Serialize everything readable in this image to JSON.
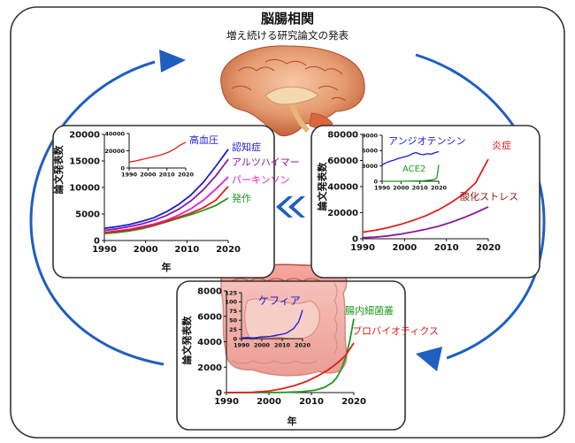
{
  "header": {
    "title": "脳腸相関",
    "subtitle": "増え続ける研究論文の発表"
  },
  "colors": {
    "cycle_arrow": "#1f5fbf",
    "panel_border": "#333333",
    "blue": "#1a1adb",
    "purple": "#8a1a9a",
    "magenta": "#e01fd0",
    "red": "#e0201a",
    "green": "#1f9a1f",
    "dark_red": "#8a1a1a",
    "mid_arrow": "#1f5fbf"
  },
  "chart_data": [
    {
      "id": "left",
      "type": "line",
      "ylabel": "論文発表数",
      "xlabel": "年",
      "x_ticks": [
        1990,
        2000,
        2010,
        2020
      ],
      "y_ticks": [
        0,
        5000,
        10000,
        15000,
        20000
      ],
      "y_tick_labels": [
        "0",
        "5000",
        "10000",
        "15000",
        "20000"
      ],
      "xlim": [
        1990,
        2020
      ],
      "ylim": [
        0,
        20000
      ],
      "series": [
        {
          "name": "認知症",
          "color": "#1a1adb",
          "x": [
            1990,
            1993,
            1996,
            1999,
            2002,
            2005,
            2008,
            2011,
            2014,
            2017,
            2020
          ],
          "y": [
            2300,
            2600,
            3000,
            3600,
            4300,
            5400,
            6800,
            8600,
            11000,
            14000,
            17200
          ]
        },
        {
          "name": "アルツハイマー",
          "color": "#8a1a9a",
          "x": [
            1990,
            1993,
            1996,
            1999,
            2002,
            2005,
            2008,
            2011,
            2014,
            2017,
            2020
          ],
          "y": [
            1900,
            2200,
            2600,
            3100,
            3800,
            4700,
            5900,
            7500,
            9600,
            12200,
            15300
          ]
        },
        {
          "name": "パーキンソン",
          "color": "#e01fd0",
          "x": [
            1990,
            1993,
            1996,
            1999,
            2002,
            2005,
            2008,
            2011,
            2014,
            2017,
            2020
          ],
          "y": [
            1500,
            1800,
            2100,
            2600,
            3100,
            3800,
            4800,
            6000,
            7600,
            9700,
            12000
          ]
        },
        {
          "name": "発作",
          "color": "#1f9a1f",
          "x": [
            1990,
            1993,
            1996,
            1999,
            2002,
            2005,
            2008,
            2011,
            2014,
            2017,
            2020
          ],
          "y": [
            1300,
            1500,
            1800,
            2200,
            2800,
            3500,
            4200,
            4900,
            5700,
            6600,
            8000
          ]
        },
        {
          "name": "",
          "color": "#e0201a",
          "x": [
            1990,
            1993,
            1996,
            1999,
            2002,
            2005,
            2008,
            2011,
            2014,
            2017,
            2020
          ],
          "y": [
            1500,
            1700,
            2000,
            2400,
            2900,
            3600,
            4400,
            5200,
            6200,
            7600,
            10200
          ]
        }
      ],
      "inset": {
        "label": "高血圧",
        "color": "#e0201a",
        "x_ticks": [
          1990,
          2000,
          2010,
          2020
        ],
        "y_ticks": [
          0,
          20000,
          40000
        ],
        "y_tick_labels": [
          "0",
          "20000",
          "40000"
        ],
        "xlim": [
          1990,
          2020
        ],
        "ylim": [
          0,
          40000
        ],
        "x": [
          1990,
          1993,
          1996,
          1999,
          2002,
          2005,
          2008,
          2011,
          2014,
          2017,
          2020
        ],
        "y": [
          7000,
          8000,
          9500,
          11000,
          12500,
          14000,
          16000,
          18500,
          22000,
          26500,
          30000
        ]
      }
    },
    {
      "id": "right",
      "type": "line",
      "ylabel": "論文発表数",
      "x_ticks": [
        1990,
        2000,
        2010,
        2020
      ],
      "y_ticks": [
        0,
        20000,
        40000,
        60000,
        80000
      ],
      "y_tick_labels": [
        "0",
        "20000",
        "40000",
        "60000",
        "80000"
      ],
      "xlim": [
        1990,
        2020
      ],
      "ylim": [
        0,
        80000
      ],
      "series": [
        {
          "name": "炎症",
          "color": "#e0201a",
          "x": [
            1990,
            1993,
            1996,
            1999,
            2002,
            2005,
            2008,
            2011,
            2014,
            2017,
            2020
          ],
          "y": [
            5000,
            6500,
            8500,
            11000,
            14000,
            17500,
            22000,
            27500,
            34000,
            43000,
            61000
          ]
        },
        {
          "name": "酸化ストレス",
          "color": "#8a1a9a",
          "x": [
            1990,
            1993,
            1996,
            1999,
            2002,
            2005,
            2008,
            2011,
            2014,
            2017,
            2020
          ],
          "y": [
            800,
            1300,
            2200,
            3500,
            5200,
            7200,
            9500,
            12500,
            16000,
            20000,
            24500
          ]
        }
      ],
      "inset": {
        "label": "アンジオテンシン",
        "label2": "ACE2",
        "color": "#1a1adb",
        "color2": "#1f9a1f",
        "x_ticks": [
          1990,
          2000,
          2010,
          2020
        ],
        "y_ticks": [
          0,
          3000,
          6000,
          9000
        ],
        "y_tick_labels": [
          "0",
          "3000",
          "6000",
          "9000"
        ],
        "xlim": [
          1990,
          2020
        ],
        "ylim": [
          0,
          9000
        ],
        "x": [
          1990,
          1992,
          1994,
          1996,
          1998,
          2000,
          2002,
          2004,
          2006,
          2008,
          2010,
          2012,
          2014,
          2016,
          2018,
          2020
        ],
        "y": [
          3200,
          3600,
          3900,
          4100,
          4400,
          4600,
          4800,
          5000,
          5400,
          5600,
          5300,
          5200,
          5400,
          5300,
          5600,
          5800
        ],
        "x2": [
          1990,
          2000,
          2008,
          2012,
          2015,
          2017,
          2018,
          2019,
          2020
        ],
        "y2": [
          0,
          0,
          50,
          100,
          200,
          300,
          400,
          700,
          3200
        ]
      }
    },
    {
      "id": "bottom",
      "type": "line",
      "ylabel": "論文発表数",
      "xlabel": "年",
      "x_ticks": [
        1990,
        2000,
        2010,
        2020
      ],
      "y_ticks": [
        0,
        2000,
        4000,
        6000,
        8000
      ],
      "y_tick_labels": [
        "0",
        "2000",
        "4000",
        "6000",
        "8000"
      ],
      "xlim": [
        1990,
        2020
      ],
      "ylim": [
        0,
        8000
      ],
      "series": [
        {
          "name": "腸内細菌叢",
          "color": "#1f9a1f",
          "x": [
            1990,
            2000,
            2004,
            2008,
            2011,
            2013,
            2015,
            2016,
            2017,
            2018,
            2019,
            2020
          ],
          "y": [
            0,
            0,
            20,
            80,
            200,
            400,
            800,
            1200,
            1800,
            2700,
            4000,
            5800
          ]
        },
        {
          "name": "プロバイオティクス",
          "color": "#e0201a",
          "x": [
            1990,
            1996,
            2000,
            2003,
            2006,
            2009,
            2012,
            2014,
            2016,
            2018,
            2020
          ],
          "y": [
            0,
            30,
            120,
            300,
            550,
            900,
            1400,
            1800,
            2300,
            2900,
            3900
          ]
        }
      ],
      "inset": {
        "label": "ケフィア",
        "color": "#1a1adb",
        "x_ticks": [
          1990,
          2000,
          2010,
          2020
        ],
        "y_ticks": [
          0,
          25,
          50,
          75,
          100,
          125
        ],
        "y_tick_labels": [
          "0",
          "25",
          "50",
          "75",
          "100",
          "125"
        ],
        "xlim": [
          1990,
          2020
        ],
        "ylim": [
          0,
          125
        ],
        "x": [
          1990,
          1993,
          1996,
          1999,
          2002,
          2004,
          2006,
          2008,
          2010,
          2012,
          2013,
          2014,
          2015,
          2016,
          2017,
          2018,
          2019,
          2020
        ],
        "y": [
          2,
          3,
          2,
          4,
          5,
          6,
          8,
          10,
          12,
          15,
          18,
          22,
          25,
          30,
          38,
          45,
          60,
          78
        ]
      }
    }
  ],
  "illustrations": {
    "brain": "brain-icon",
    "intestine": "intestine-icon"
  }
}
